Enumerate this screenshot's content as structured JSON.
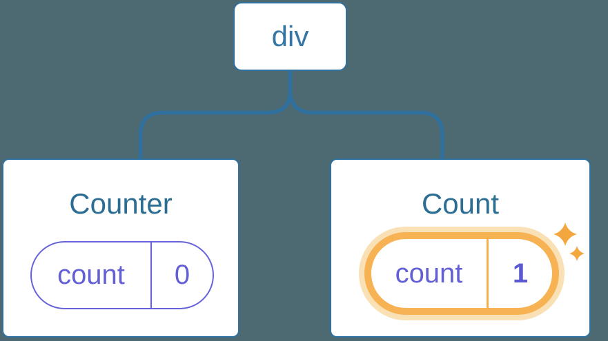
{
  "diagram": {
    "description": "React component tree showing state isolation: a div root with two children holding their own count state",
    "root": {
      "label": "div"
    },
    "children": [
      {
        "title": "Counter",
        "state": {
          "key": "count",
          "value": "0"
        },
        "highlighted": false
      },
      {
        "title": "Count",
        "state": {
          "key": "count",
          "value": "1"
        },
        "highlighted": true
      }
    ],
    "colors": {
      "background": "#4D6972",
      "connector_blue": "#2F709F",
      "card_background": "#FFFFFF",
      "heading_blue": "#2C6D93",
      "root_label_blue": "#3576A4",
      "state_purple": "#635FD4",
      "state_value_purple": "#5B58D0",
      "pill_border_purple": "#6663DA",
      "highlight_orange": "#F7B254",
      "highlight_ring": "#FAE0B5",
      "sparkle_orange": "#F4A73F"
    }
  }
}
